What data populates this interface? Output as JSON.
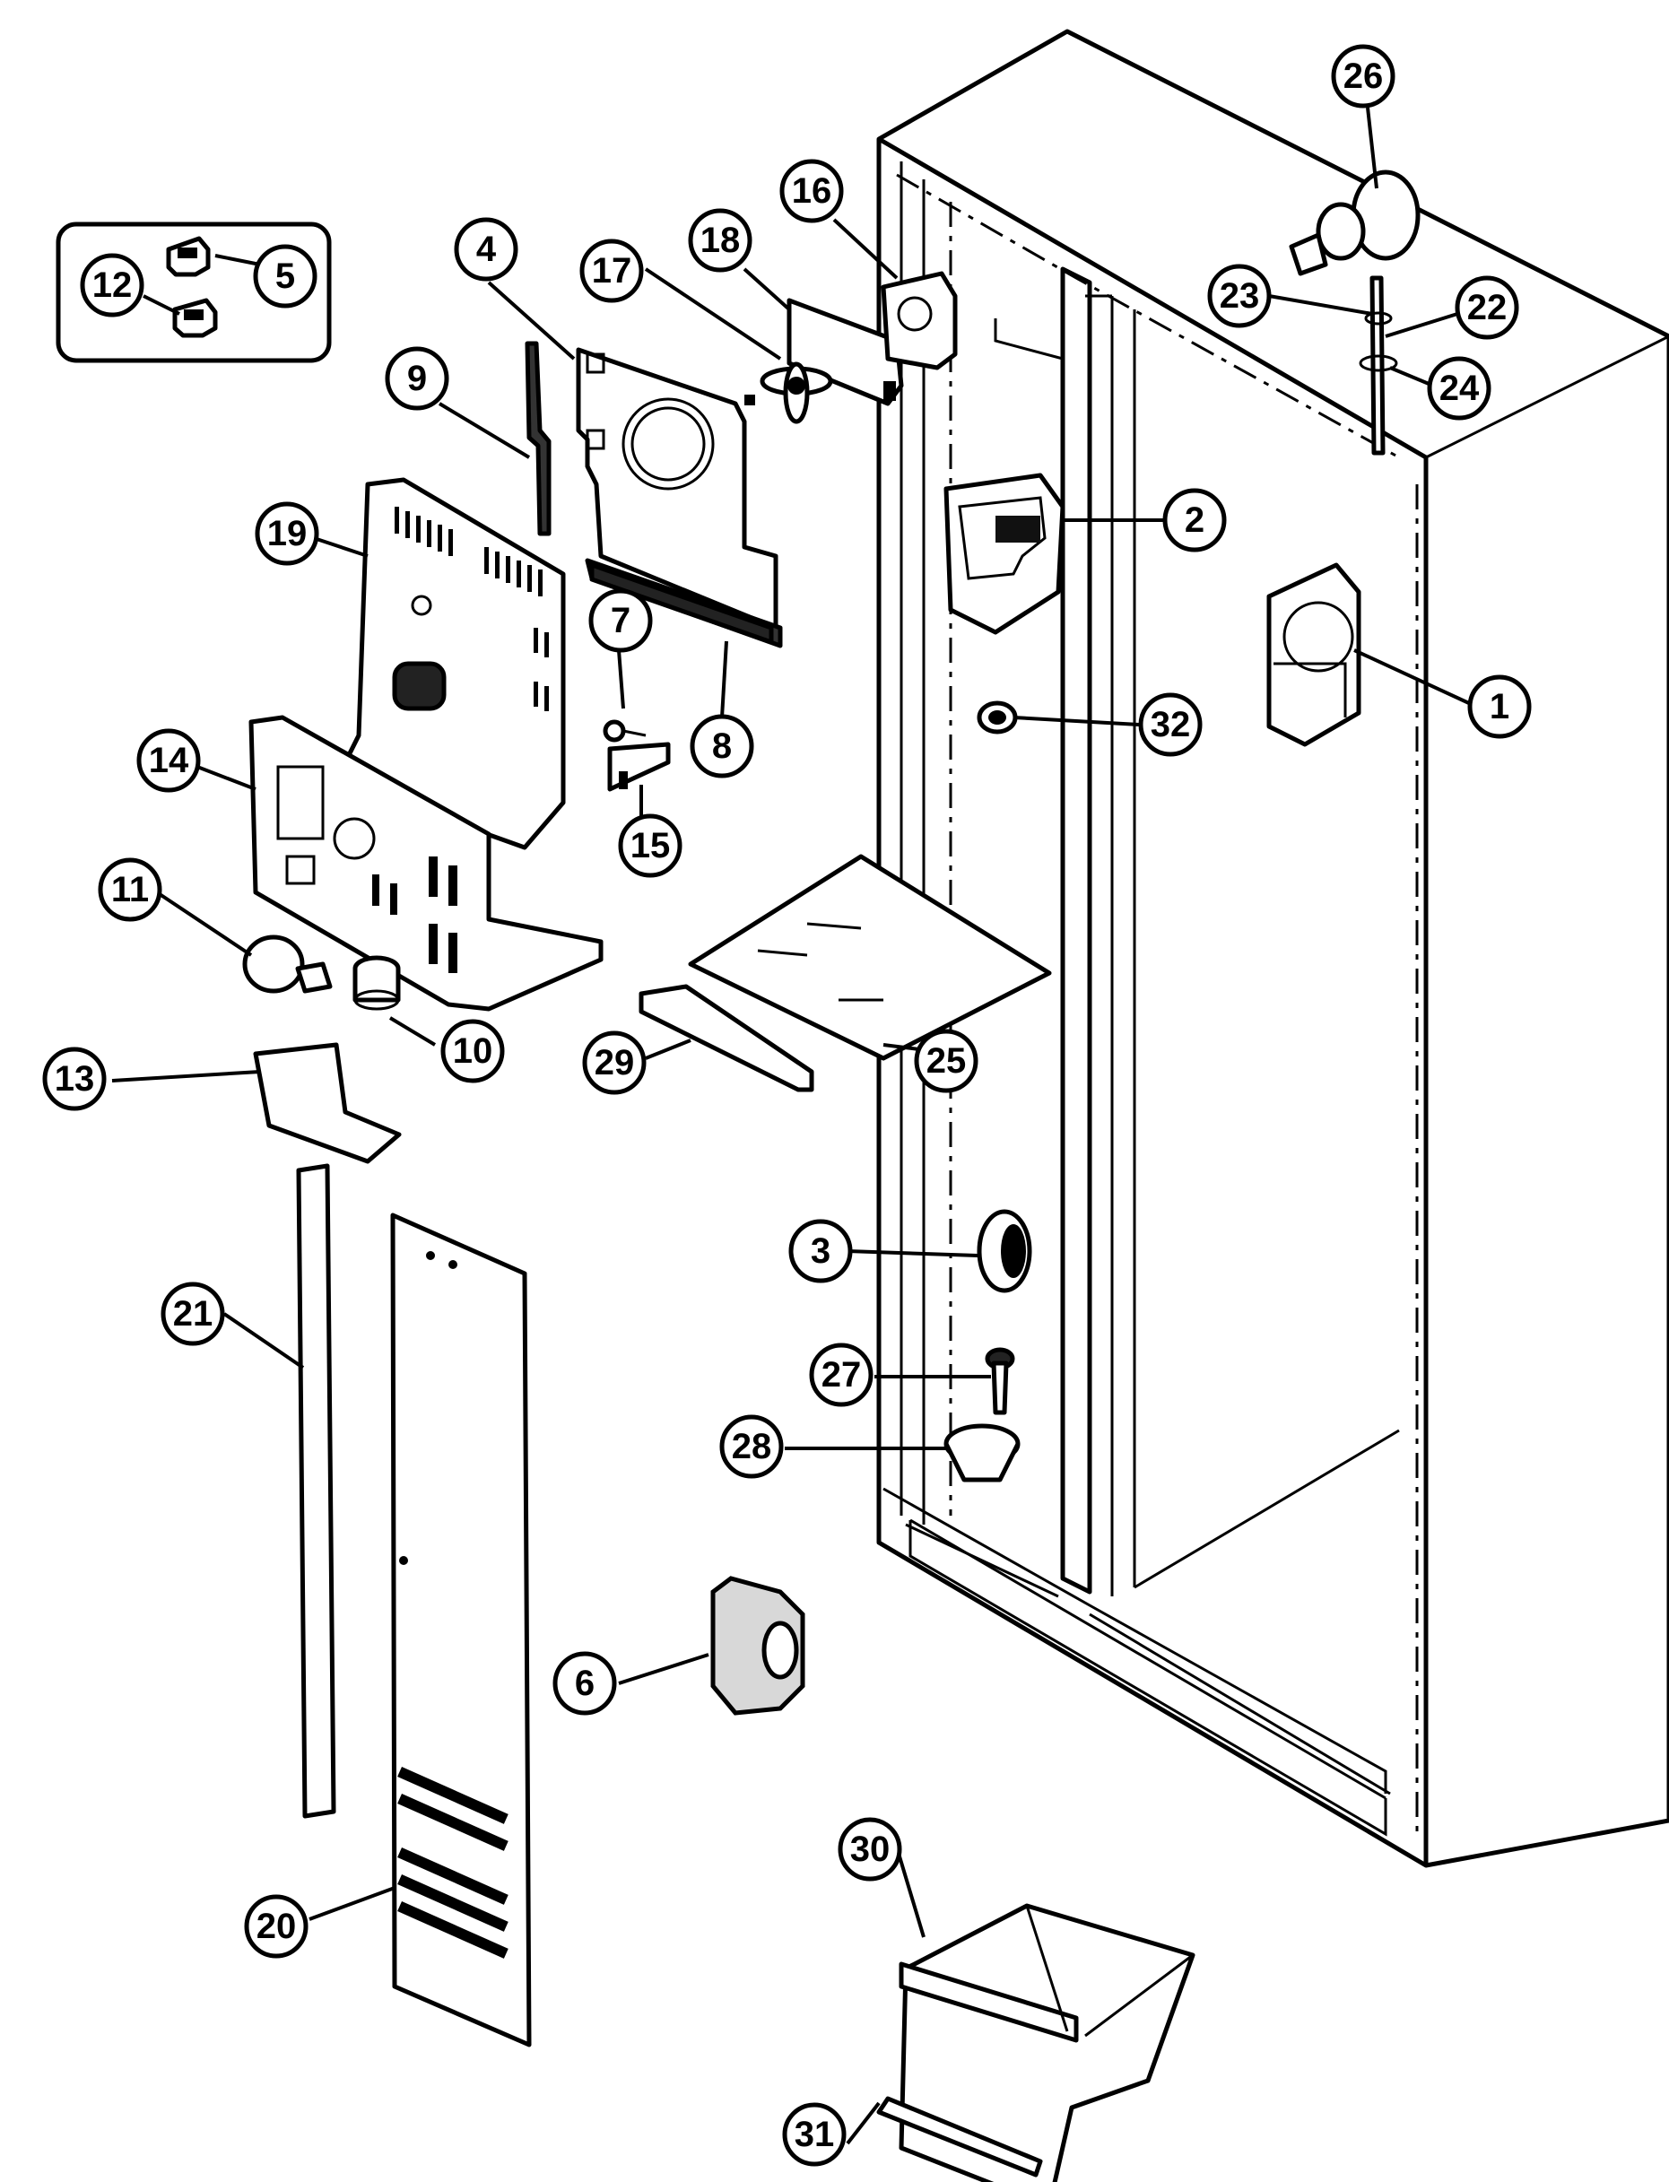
{
  "diagram": {
    "callouts": [
      {
        "label": "26",
        "target": "water-valve"
      },
      {
        "label": "16",
        "target": "fan-motor"
      },
      {
        "label": "18",
        "target": "fan-motor-bracket"
      },
      {
        "label": "17",
        "target": "fan-blade"
      },
      {
        "label": "4",
        "target": "fan-shroud"
      },
      {
        "label": "9",
        "target": "seal-strip"
      },
      {
        "label": "5",
        "target": "clip-a"
      },
      {
        "label": "12",
        "target": "clip-b"
      },
      {
        "label": "23",
        "target": "tube-clamp"
      },
      {
        "label": "22",
        "target": "water-tube"
      },
      {
        "label": "24",
        "target": "tube-clip"
      },
      {
        "label": "2",
        "target": "housing"
      },
      {
        "label": "1",
        "target": "damper-housing"
      },
      {
        "label": "19",
        "target": "evaporator-cover"
      },
      {
        "label": "7",
        "target": "screw"
      },
      {
        "label": "8",
        "target": "shroud-strip"
      },
      {
        "label": "32",
        "target": "plug"
      },
      {
        "label": "14",
        "target": "light-bracket"
      },
      {
        "label": "15",
        "target": "switch-bracket"
      },
      {
        "label": "11",
        "target": "light-bulb"
      },
      {
        "label": "10",
        "target": "lamp-socket"
      },
      {
        "label": "29",
        "target": "shelf-trim"
      },
      {
        "label": "25",
        "target": "glass-shelf"
      },
      {
        "label": "13",
        "target": "light-shield"
      },
      {
        "label": "3",
        "target": "button"
      },
      {
        "label": "21",
        "target": "trim-strip"
      },
      {
        "label": "27",
        "target": "screw-long"
      },
      {
        "label": "28",
        "target": "knob"
      },
      {
        "label": "6",
        "target": "insulation-block"
      },
      {
        "label": "30",
        "target": "ice-bin"
      },
      {
        "label": "20",
        "target": "rear-panel"
      },
      {
        "label": "31",
        "target": "bin-front-strip"
      }
    ]
  }
}
